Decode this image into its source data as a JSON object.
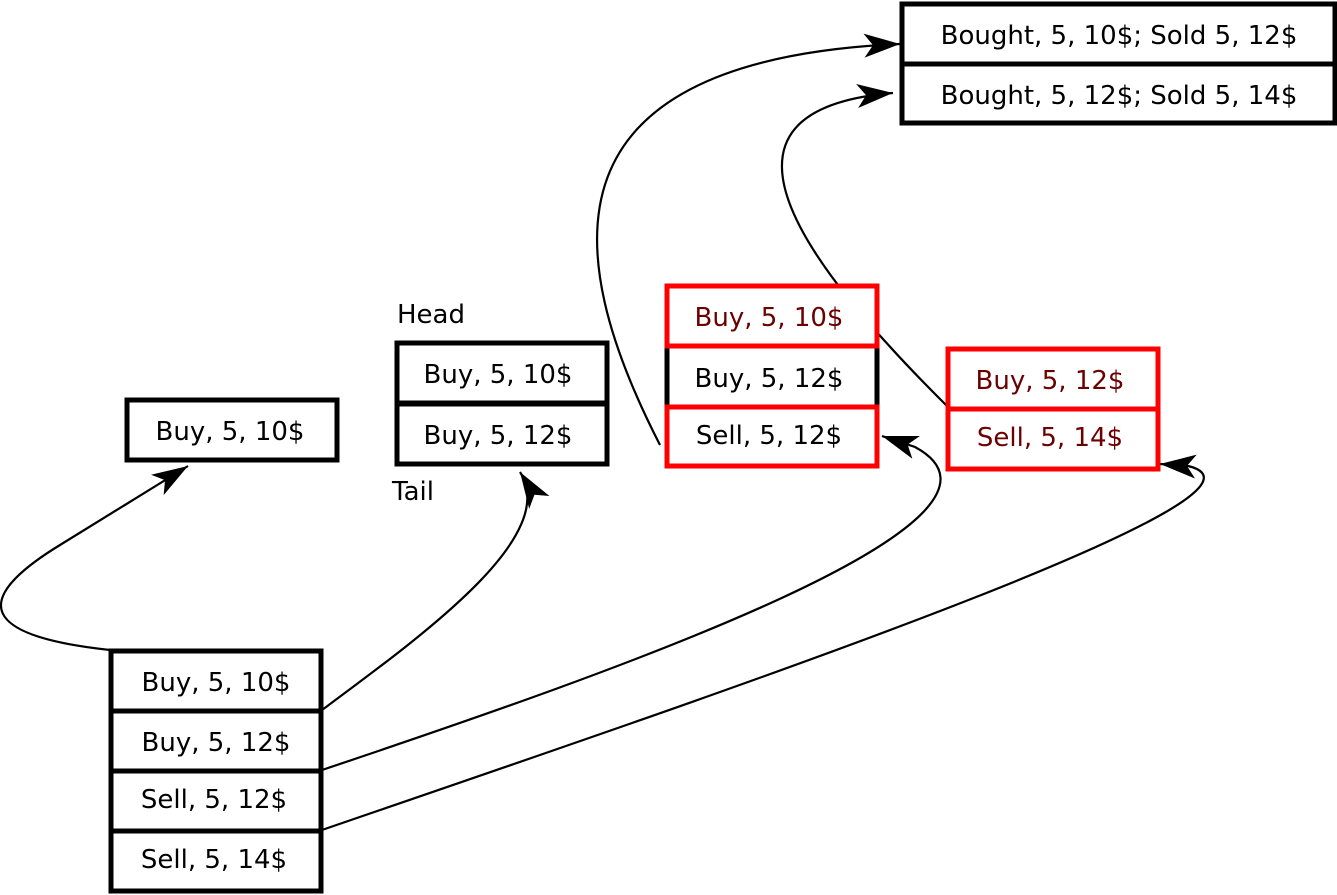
{
  "colors": {
    "black": "#000000",
    "red": "#ff0000",
    "dark_red_text": "#6b0000",
    "background": "#ffffff"
  },
  "orders_list": {
    "buy_10": "Buy, 5, 10$",
    "buy_12": "Buy, 5, 12$",
    "sell_12": "Sell, 5, 12$",
    "sell_14": "Sell, 5, 14$"
  },
  "step1": {
    "buy_10": "Buy, 5, 10$"
  },
  "step2": {
    "head_label": "Head",
    "tail_label": "Tail",
    "buy_10": "Buy, 5, 10$",
    "buy_12": "Buy, 5, 12$"
  },
  "step3": {
    "buy_10": "Buy, 5, 10$",
    "buy_12": "Buy, 5, 12$",
    "sell_12": "Sell, 5, 12$"
  },
  "step4": {
    "buy_12": "Buy, 5, 12$",
    "sell_14": "Sell, 5, 14$"
  },
  "results": {
    "trade_1": "Bought, 5, 10$; Sold 5, 12$",
    "trade_2": "Bought, 5, 12$; Sold 5, 14$"
  },
  "arrows": [
    {
      "name": "arrow-order1-to-step1",
      "from": "orders_list.buy_10",
      "to": "step1.buy_10"
    },
    {
      "name": "arrow-order2-to-step2",
      "from": "orders_list.buy_12",
      "to": "step2.buy_12"
    },
    {
      "name": "arrow-order3-to-step3",
      "from": "orders_list.sell_12",
      "to": "step3.sell_12"
    },
    {
      "name": "arrow-order4-to-step4",
      "from": "orders_list.sell_14",
      "to": "step4.sell_14"
    },
    {
      "name": "arrow-step3-to-trade1",
      "from": "step3.sell_12",
      "to": "results.trade_1"
    },
    {
      "name": "arrow-step4-to-trade2",
      "from": "step4.buy_12",
      "to": "results.trade_2"
    }
  ]
}
